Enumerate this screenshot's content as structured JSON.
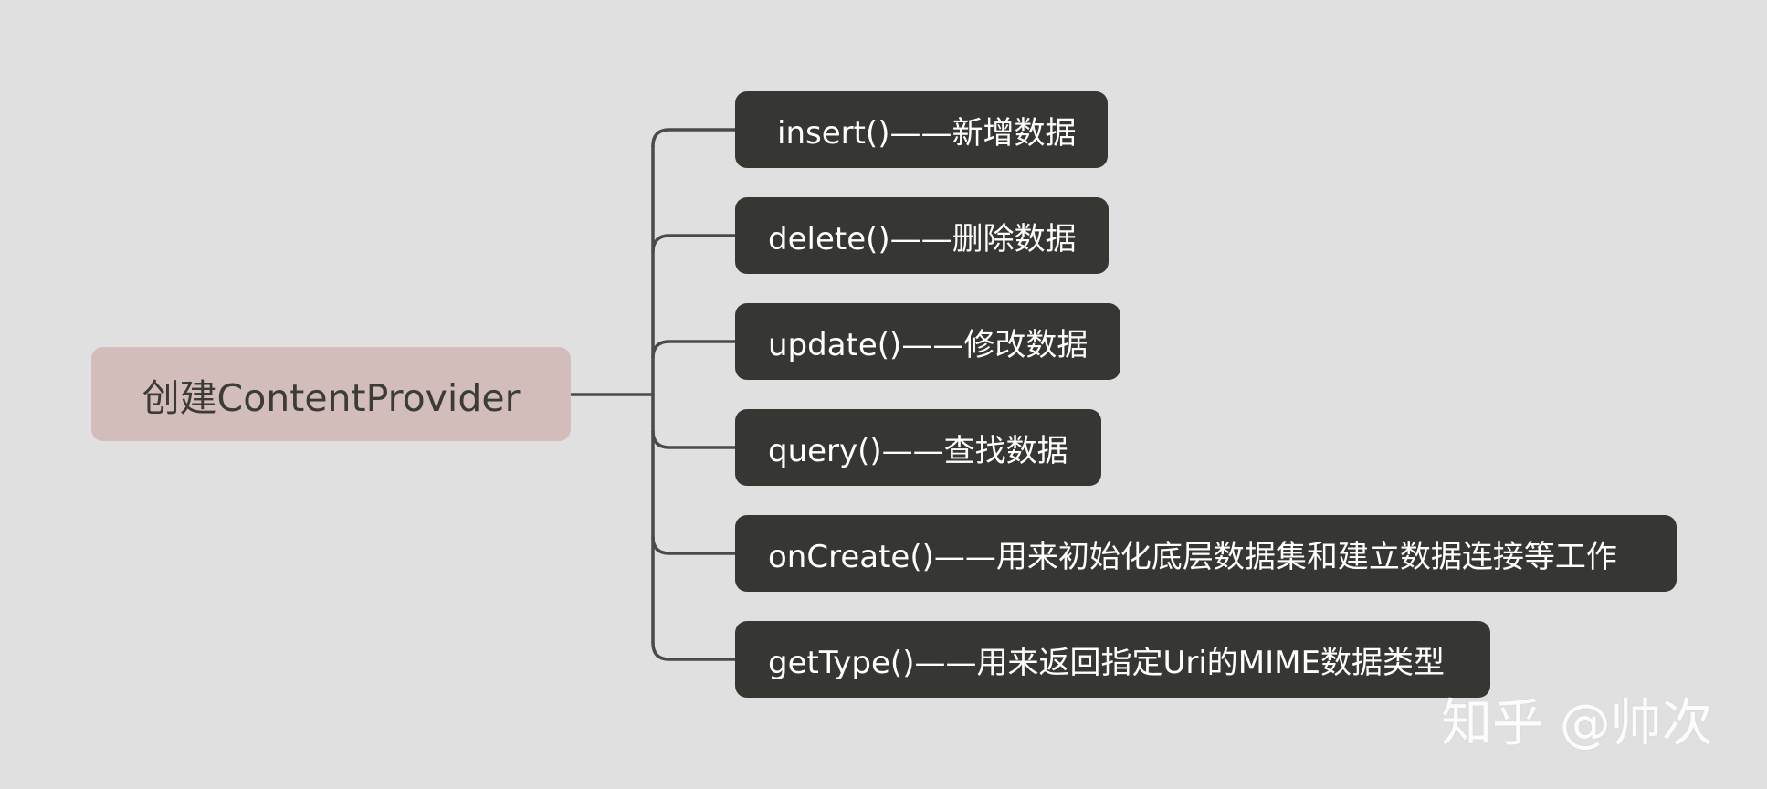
{
  "root": {
    "label": "创建ContentProvider"
  },
  "branches": [
    {
      "label": "insert()——新增数据"
    },
    {
      "label": "delete()——删除数据"
    },
    {
      "label": "update()——修改数据"
    },
    {
      "label": "query()——查找数据"
    },
    {
      "label": "onCreate()——用来初始化底层数据集和建立数据连接等工作"
    },
    {
      "label": "getType()——用来返回指定Uri的MIME数据类型"
    }
  ],
  "watermark": {
    "text": "知乎 @帅次"
  },
  "colors": {
    "background": "#e0e0e0",
    "root_fill": "#d3bdbb",
    "root_text": "#3b3b38",
    "branch_fill": "#363632",
    "branch_text": "#ffffff",
    "connector": "#4a4a4a"
  }
}
